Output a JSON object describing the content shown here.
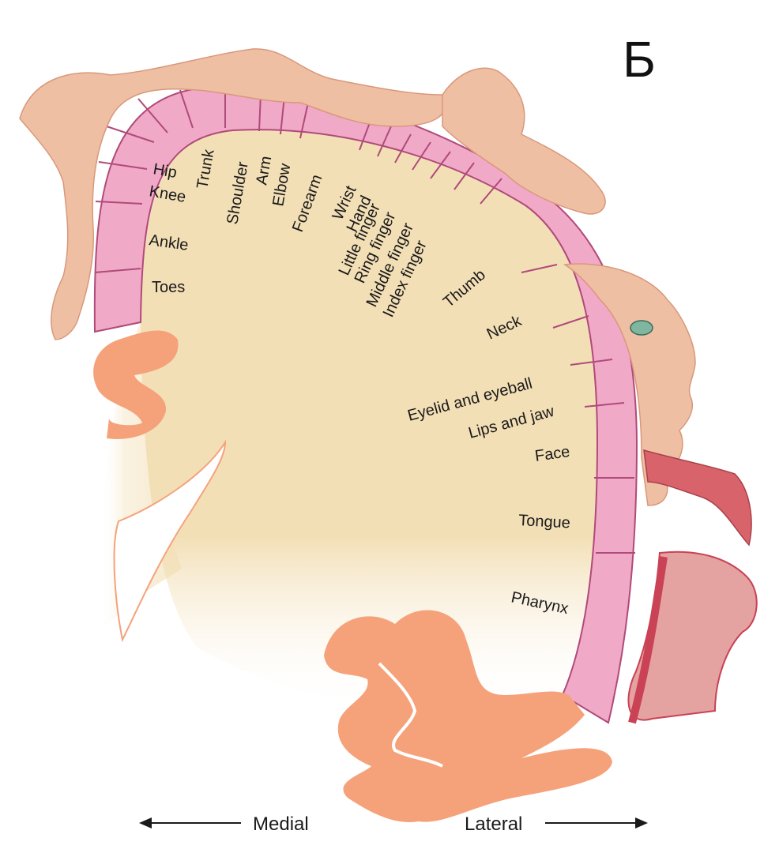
{
  "panel_letter": "Б",
  "colors": {
    "cortex_body": "#f3dfb6",
    "cortex_strip": "#f1a9c8",
    "strip_lines": "#b04a7a",
    "white_matter": "#f5a27a",
    "skin": "#efbfa4",
    "tongue": "#d9636b",
    "pharynx": "#c94255"
  },
  "labels": {
    "hip": "Hip",
    "trunk": "Trunk",
    "knee": "Knee",
    "shoulder": "Shoulder",
    "arm": "Arm",
    "elbow": "Elbow",
    "forearm": "Forearm",
    "wrist": "Wrist",
    "hand": "Hand",
    "little_finger": "Little finger",
    "ring_finger": "Ring finger",
    "middle_finger": "Middle finger",
    "index_finger": "Index finger",
    "thumb": "Thumb",
    "ankle": "Ankle",
    "toes": "Toes",
    "neck": "Neck",
    "eyelid_eyeball": "Eyelid and eyeball",
    "lips_jaw": "Lips and jaw",
    "face": "Face",
    "tongue": "Tongue",
    "pharynx": "Pharynx"
  },
  "axis": {
    "medial": "Medial",
    "lateral": "Lateral"
  }
}
